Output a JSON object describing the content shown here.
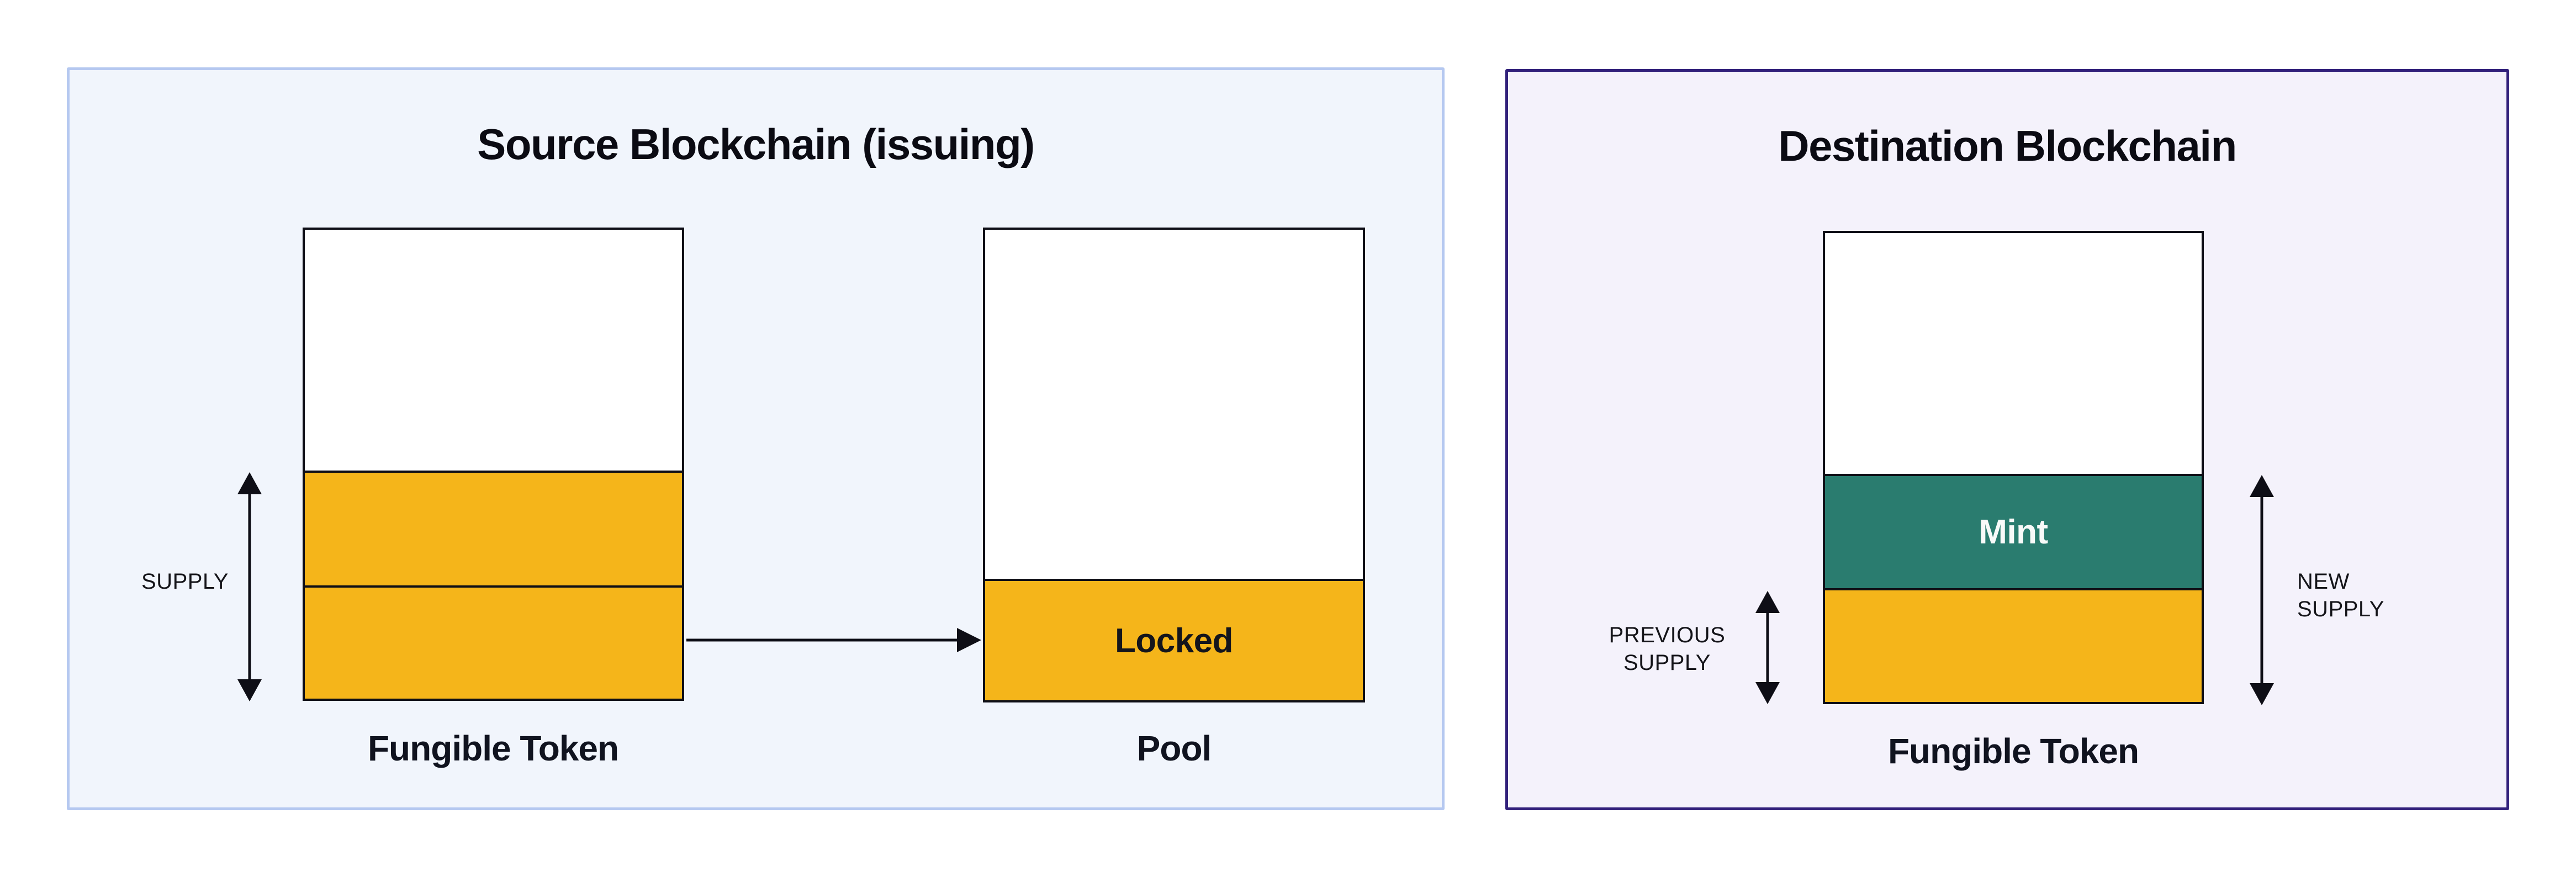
{
  "source_panel": {
    "title": "Source Blockchain (issuing)",
    "bg_color": "#F1F5FC",
    "border_color": "#B5C8F0",
    "supply_label": "SUPPLY",
    "fungible_token_box": {
      "label": "Fungible Token"
    },
    "pool_box": {
      "label": "Pool",
      "locked_label": "Locked"
    }
  },
  "destination_panel": {
    "title": "Destination Blockchain",
    "bg_color": "#F4F2FB",
    "border_color": "#32217B",
    "fungible_token_box": {
      "label": "Fungible Token",
      "mint_label": "Mint"
    },
    "previous_supply_label": {
      "line1": "PREVIOUS",
      "line2": "SUPPLY"
    },
    "new_supply_label": {
      "line1": "NEW",
      "line2": "SUPPLY"
    }
  },
  "colors": {
    "token_yellow": "#F5B51A",
    "mint_teal": "#2A7C6F",
    "diagram_line": "#0E0E16",
    "page_background": "#FFFFFF"
  }
}
